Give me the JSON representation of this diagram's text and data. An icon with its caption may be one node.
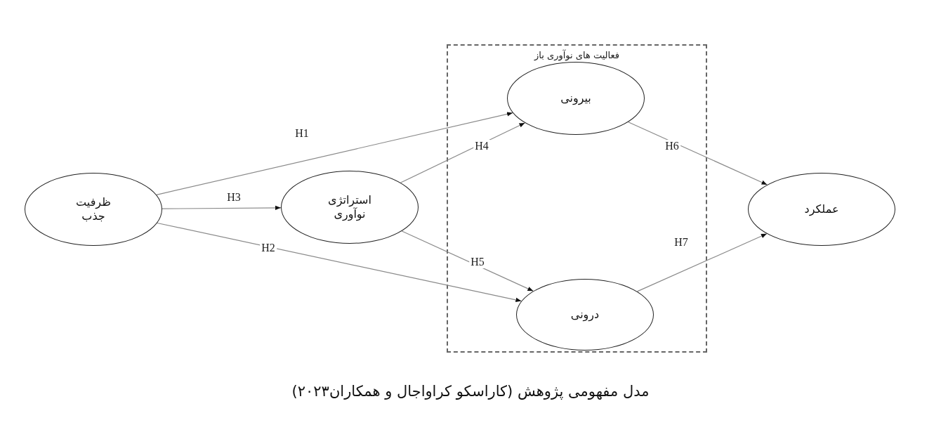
{
  "diagram": {
    "caption": "مدل مفهومی پژوهش (کاراسکو کراواجال و همکاران۲۰۲۳)",
    "nodes": [
      {
        "text": [
          "فعالیت های نوآوری باز"
        ]
      },
      {
        "text": [
          "ظرفیت جذب"
        ]
      },
      {
        "text": [
          "استراتژی نوآوری"
        ]
      },
      {
        "text": [
          "بیرونی"
        ],
        "in": 0
      },
      {
        "text": [
          "درونی"
        ],
        "in": 0
      },
      {
        "text": [
          "عملکرد"
        ]
      }
    ],
    "edges": [
      {
        "from": 1,
        "to": 3,
        "arrow": "to",
        "label": "H1"
      },
      {
        "from": 1,
        "to": 2,
        "arrow": "to",
        "label": "H3"
      },
      {
        "from": 1,
        "to": 4,
        "arrow": "to",
        "label": "H2"
      },
      {
        "from": 2,
        "to": 3,
        "arrow": "to",
        "label": "H4"
      },
      {
        "from": 2,
        "to": 4,
        "arrow": "to",
        "label": "H5"
      },
      {
        "from": 3,
        "to": 5,
        "arrow": "to",
        "label": "H6"
      },
      {
        "from": 4,
        "to": 5,
        "arrow": "to",
        "label": "H7"
      }
    ]
  }
}
